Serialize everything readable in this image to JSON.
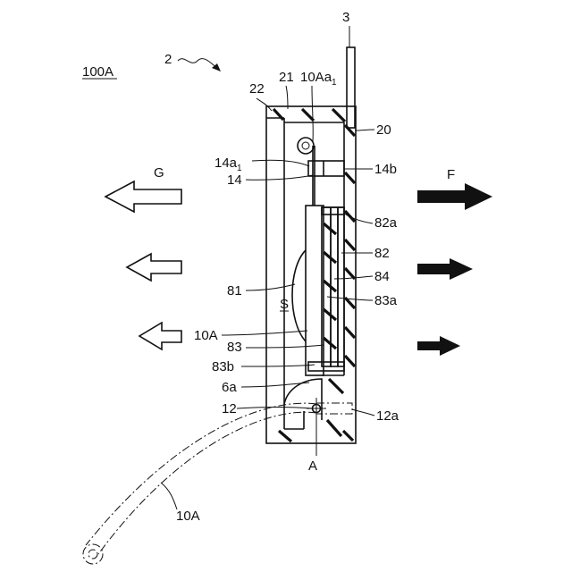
{
  "figure": {
    "labels": {
      "fig_id": "100A",
      "ref_2": "2",
      "ref_3": "3",
      "ref_22": "22",
      "ref_21": "21",
      "ref_10Aa1_main": "10Aa",
      "ref_10Aa1_sub": "1",
      "ref_20": "20",
      "ref_14a1_main": "14a",
      "ref_14a1_sub": "1",
      "ref_14": "14",
      "ref_14b": "14b",
      "ref_82a": "82a",
      "ref_82": "82",
      "ref_84": "84",
      "ref_83a": "83a",
      "ref_81": "81",
      "ref_S": "S",
      "ref_10A_mid": "10A",
      "ref_83": "83",
      "ref_83b": "83b",
      "ref_6a": "6a",
      "ref_12": "12",
      "ref_12a": "12a",
      "ref_A": "A",
      "ref_10A_arc": "10A",
      "arrow_G": "G",
      "arrow_F": "F"
    },
    "colors": {
      "ink": "#111111",
      "background": "#ffffff",
      "solid_arrow": "#111111",
      "outline_arrow_fill": "#ffffff"
    },
    "arrows": {
      "G_outline_left": [
        "arrow-G-1",
        "arrow-G-2",
        "arrow-G-3"
      ],
      "F_solid_right": [
        "arrow-F-1",
        "arrow-F-2",
        "arrow-F-3"
      ]
    }
  }
}
